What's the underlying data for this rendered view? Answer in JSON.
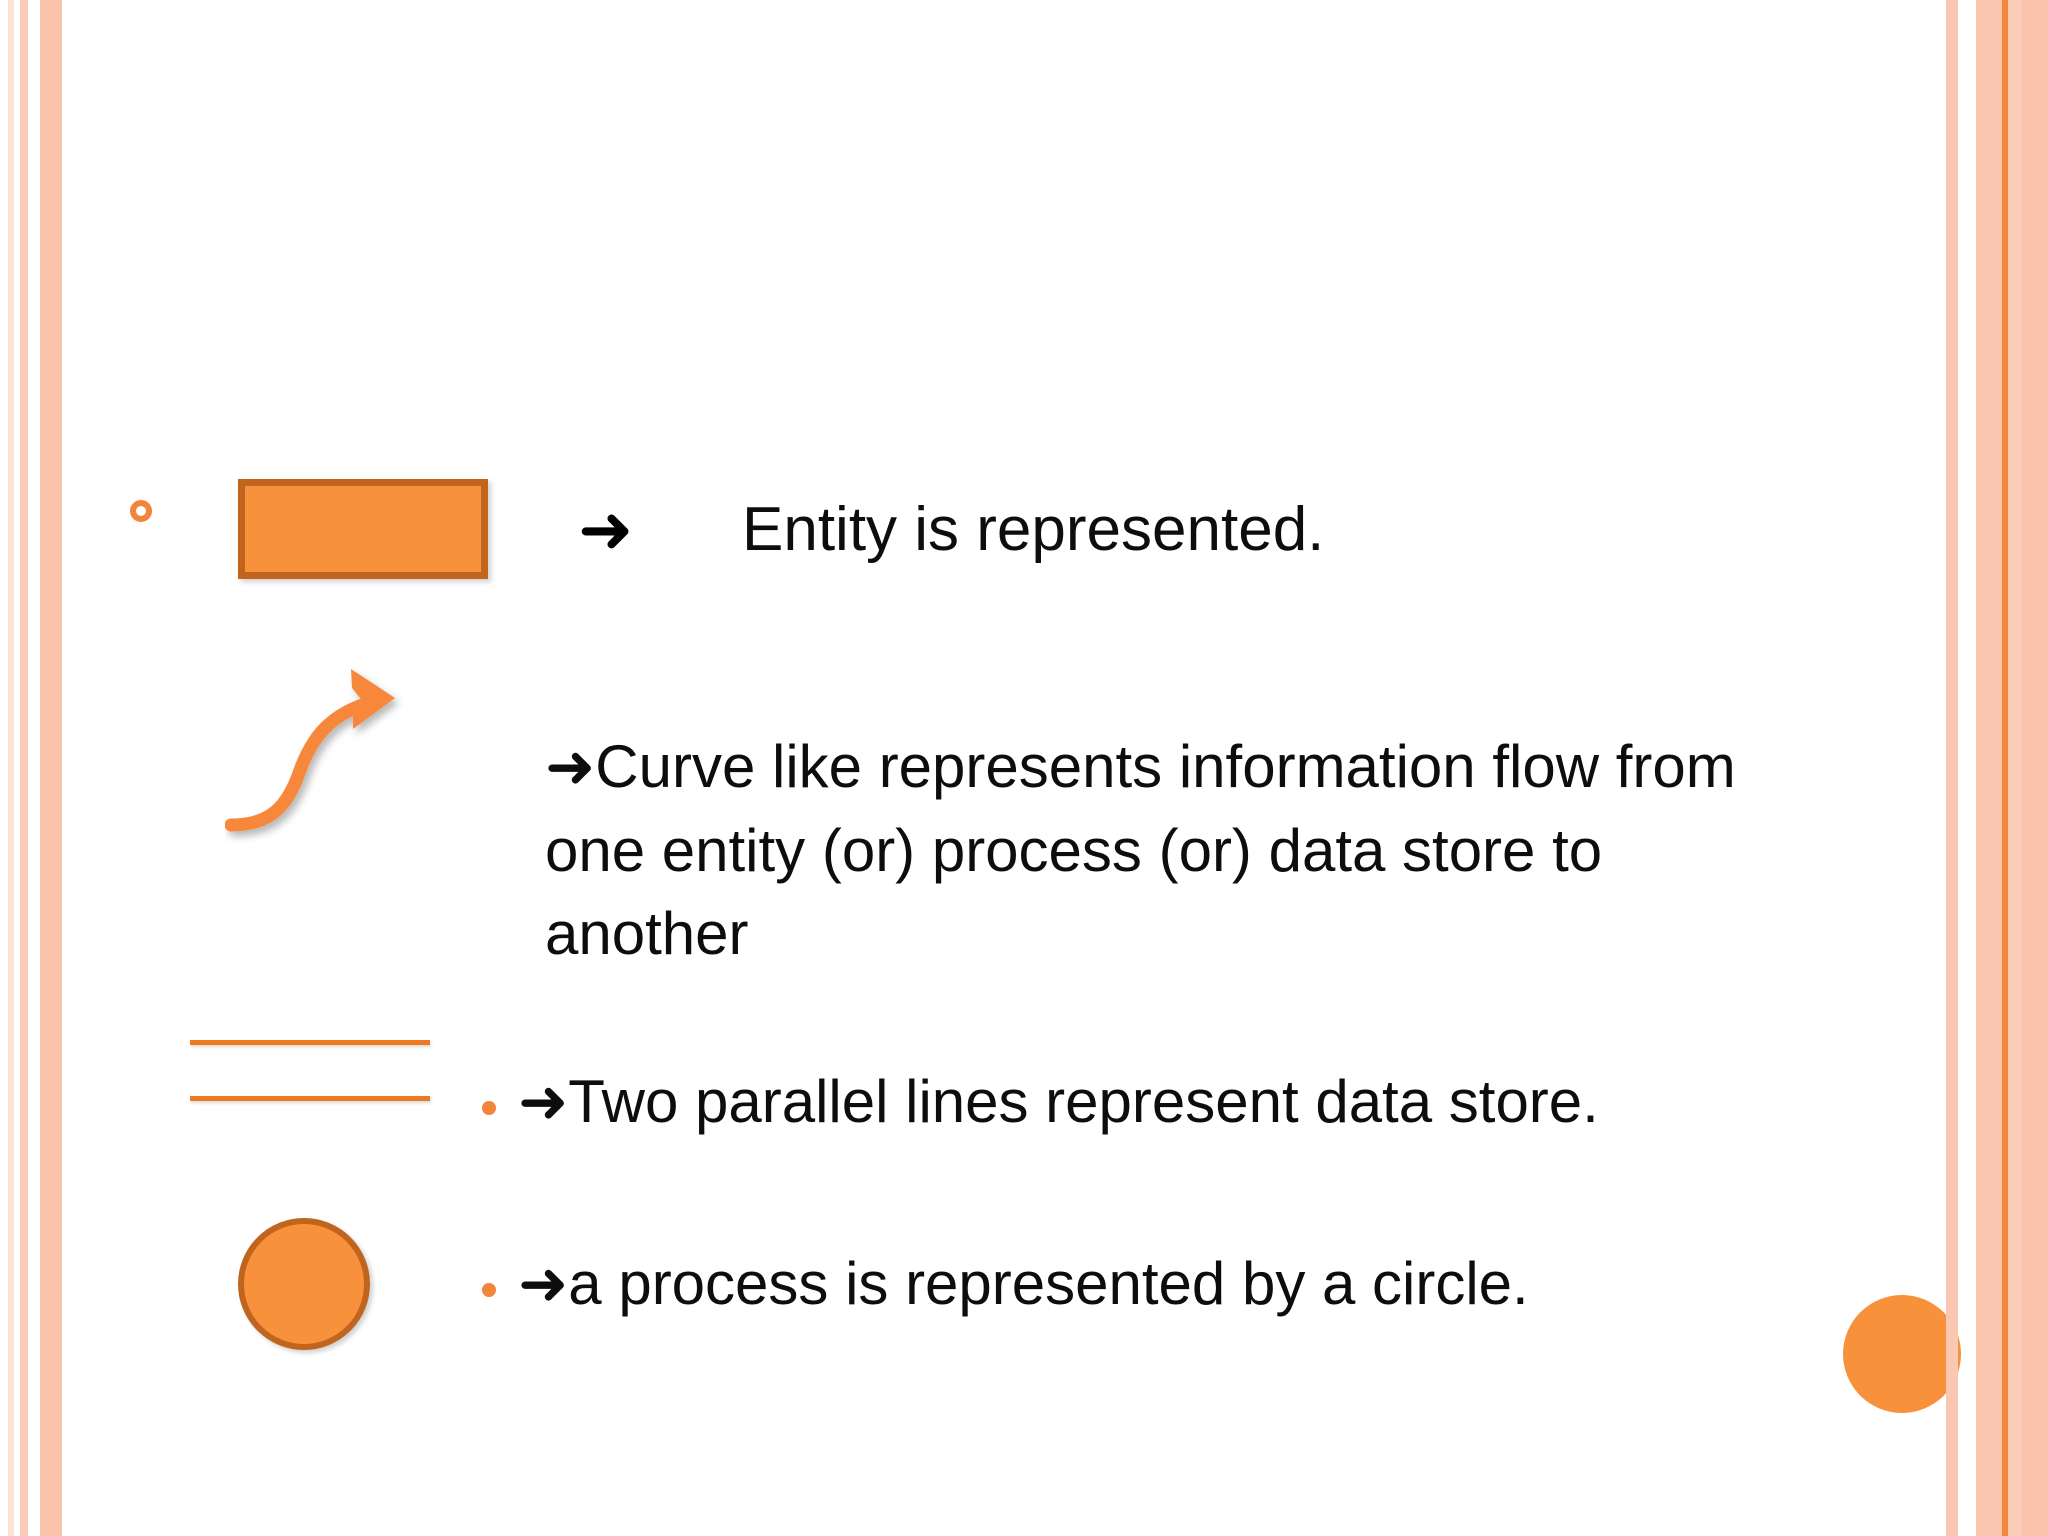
{
  "slide": {
    "background_color": "#ffffff",
    "accent_color": "#F7913C",
    "accent_dark_color": "#C1651E",
    "border_pink": "#FAC4AC",
    "text_color": "#0d0d0d"
  },
  "left_border": {
    "name": "left-stripe-band",
    "stripes": [
      "#FBE2D6",
      "#F9CBB8",
      "#FAC3AC"
    ]
  },
  "right_border": {
    "name": "right-stripe-band",
    "stripes": [
      "#FAC7B1",
      "#FBC6AF",
      "#F4853A",
      "#FBCDB8",
      "#FAC4AC"
    ]
  },
  "items": [
    {
      "id": "entity",
      "shape": "rectangle",
      "bullet": "hollow-circle",
      "arrow_glyph": "➜",
      "text": "Entity is represented."
    },
    {
      "id": "data-flow",
      "shape": "curved-arrow",
      "bullet": "none",
      "arrow_glyph": "➜",
      "text": "Curve like represents information flow from one entity (or) process (or) data store to another"
    },
    {
      "id": "data-store",
      "shape": "two-parallel-lines",
      "bullet": "filled-dot",
      "arrow_glyph": "➜",
      "text": "Two parallel lines represent data store."
    },
    {
      "id": "process",
      "shape": "circle",
      "bullet": "filled-dot",
      "arrow_glyph": "➜",
      "text": "a process is represented by a circle."
    }
  ],
  "decor": {
    "corner_dot_color": "#F8913C"
  }
}
